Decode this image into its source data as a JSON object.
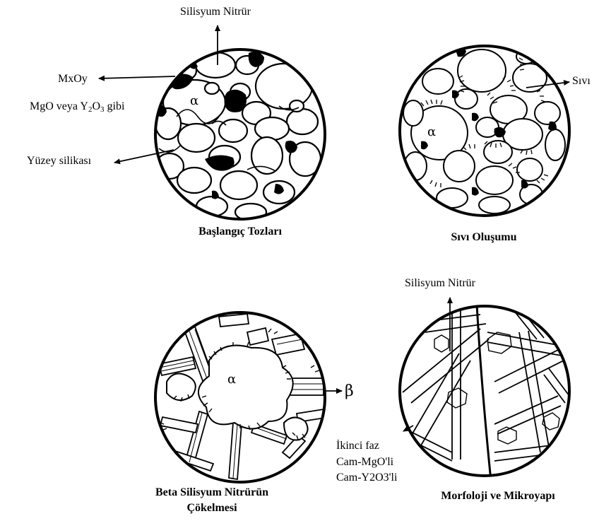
{
  "panel1": {
    "caption": "Başlangıç Tozları",
    "label_top": "Silisyum Nitrür",
    "label_oxide": "MxOy",
    "label_example_prefix": "MgO veya Y",
    "label_example_sub1": "2",
    "label_example_mid": "O",
    "label_example_sub2": "3",
    "label_example_suffix": " gibi",
    "label_silica": "Yüzey silikası",
    "alpha": "α"
  },
  "panel2": {
    "caption": "Sıvı Oluşumu",
    "label_liquid": "Sıvı",
    "alpha": "α"
  },
  "panel3": {
    "caption_line1": "Beta Silisyum Nitrürün",
    "caption_line2": "Çökelmesi",
    "alpha": "α",
    "beta": "β"
  },
  "panel4": {
    "caption": "Morfoloji ve Mikroyapı",
    "label_top": "Silisyum Nitrür",
    "label_second_phase": "İkinci faz",
    "label_glass1": "Cam-MgO'li",
    "label_glass2": "Cam-Y2O3'li"
  }
}
